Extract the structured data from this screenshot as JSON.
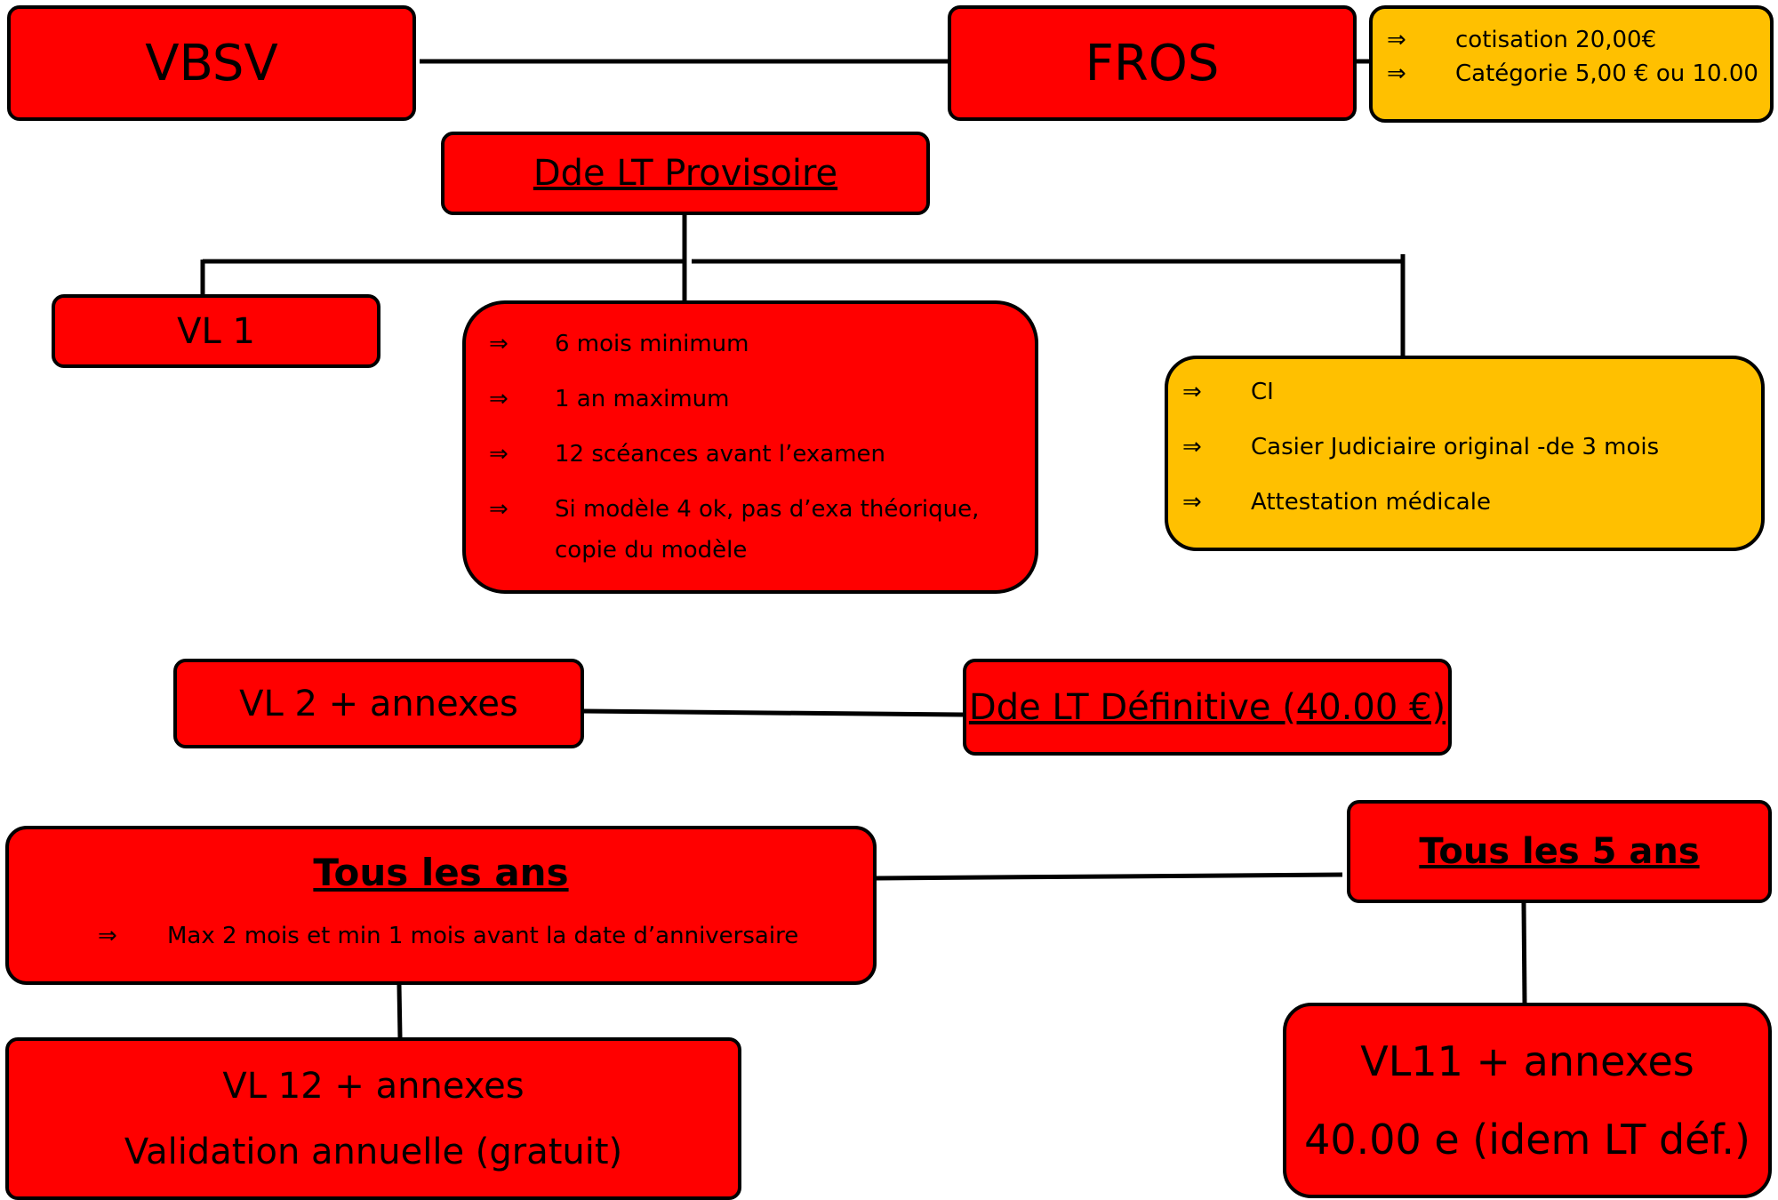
{
  "colors": {
    "red": "#ff0000",
    "yellow": "#ffc000",
    "line": "#000000"
  },
  "arrow_glyph": "⇒",
  "vbsv": {
    "label": "VBSV"
  },
  "fros": {
    "label": "FROS"
  },
  "fros_info": {
    "items": [
      "cotisation 20,00€",
      "Catégorie 5,00 € ou 10.00"
    ]
  },
  "dde_provisoire": {
    "label": "Dde LT Provisoire"
  },
  "vl1": {
    "label": "VL 1"
  },
  "provisoire_conditions": {
    "items": [
      "6 mois minimum",
      "1 an maximum",
      "12 scéances avant l’examen",
      "Si modèle 4 ok, pas d’exa théorique,",
      "copie du modèle"
    ]
  },
  "documents": {
    "items": [
      "CI",
      "Casier Judiciaire original -de 3 mois",
      "Attestation médicale"
    ]
  },
  "vl2": {
    "label": "VL 2 + annexes"
  },
  "dde_definitive": {
    "label": "Dde LT Définitive (40.00 €)"
  },
  "tous_les_ans": {
    "title": "Tous les ans",
    "item": "Max 2 mois et min 1 mois avant la date d’anniversaire"
  },
  "tous_les_5_ans": {
    "title": "Tous les 5 ans"
  },
  "vl12": {
    "line1": "VL 12 + annexes",
    "line2": "Validation annuelle (gratuit)"
  },
  "vl11": {
    "line1": "VL11 + annexes",
    "line2": "40.00 e (idem LT déf.)"
  }
}
